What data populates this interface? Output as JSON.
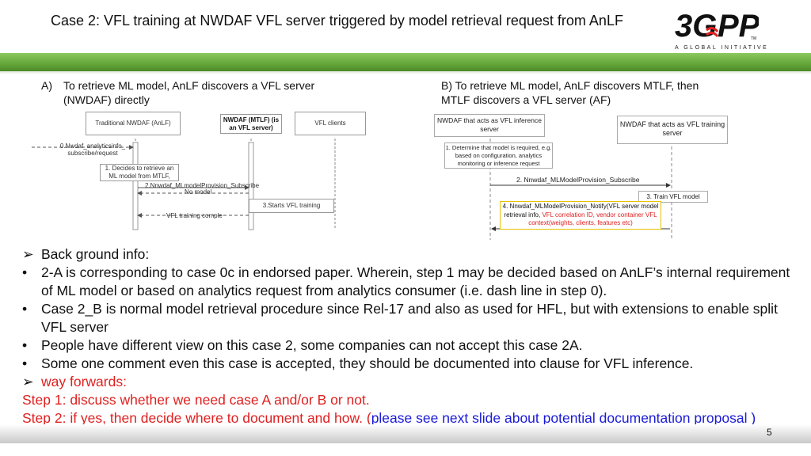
{
  "slide": {
    "title": "Case 2:  VFL training at NWDAF VFL server triggered by model retrieval request from AnLF",
    "page_number": "5",
    "logo": {
      "name": "3GPP",
      "tagline": "A GLOBAL INITIATIVE"
    },
    "colors": {
      "green_bar": "#66a83b",
      "red_text": "#e02020",
      "blue_text": "#1a1ad8"
    }
  },
  "section_a": {
    "header_marker": "A)",
    "header_line1": "To retrieve  ML model,  AnLF discovers a VFL server",
    "header_line2": "(NWDAF) directly",
    "lanes": [
      "Traditional NWDAF (AnLF)",
      "NWDAF (MTLF) (is an VFL server)",
      "VFL clients"
    ],
    "steps": [
      "0.Nwdaf_analyticsinfo_ subscribe/request",
      "1. Decides to retrieve an ML model from MTLF,",
      "2.Nnwdaf_MLmodelProvision_Subscribe",
      "No model",
      "3.Starts VFL training",
      "VFL training comple"
    ]
  },
  "section_b": {
    "header_line1": "B) To retrieve  ML model,  AnLF discovers MTLF, then",
    "header_line2": "MTLF discovers a VFL server (AF)",
    "lanes": [
      "NWDAF that acts as VFL inference server",
      "NWDAF that acts as VFL training server"
    ],
    "step1": "1. Determine that model is required, e.g. based on configuration, analytics monitoring or inference request",
    "step2": "2. Nnwdaf_MLModelProvision_Subscribe",
    "step3": "3. Train VFL model",
    "step4_black": "4. Nnwdaf_MLModelProvision_Notify(VFL server model retrieval info, ",
    "step4_red": "VFL correlation ID, vendor container VFL context(weights, clients, features etc)"
  },
  "body": {
    "bullets": [
      {
        "marker": "➢",
        "text": "Back ground info:"
      },
      {
        "marker": "•",
        "text": "2-A is corresponding to case 0c in endorsed paper. Wherein, step 1 may be decided based on AnLF’s internal requirement of ML model or based on analytics request from analytics consumer (i.e. dash line in step 0)."
      },
      {
        "marker": "•",
        "text": "Case 2_B is normal model retrieval procedure since Rel-17 and also as used for HFL, but with extensions to enable split VFL server"
      },
      {
        "marker": "•",
        "text": "People have different view on this case 2, some companies can not accept this case 2A."
      },
      {
        "marker": "•",
        "text": "Some one comment even this case is accepted, they should be documented into clause for VFL inference."
      }
    ],
    "forward_marker": "➢",
    "forward_heading": "way forwards:",
    "step1": "Step 1: discuss whether we need case A and/or B or not.",
    "step2_red": "Step 2: if yes, then decide where to document and how. (",
    "step2_blue": "please see next slide about potential documentation proposal )"
  }
}
